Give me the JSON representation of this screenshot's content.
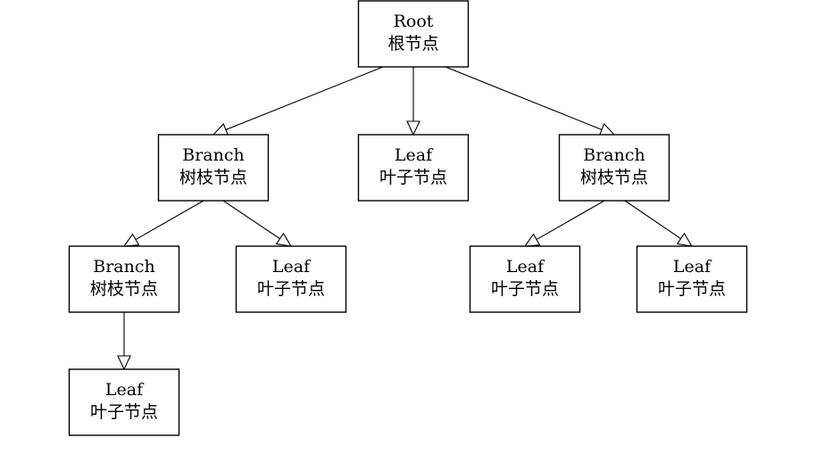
{
  "colors": {
    "border": "#000000",
    "fill": "#ffffff",
    "text": "#000000"
  },
  "nodes": [
    {
      "id": "root",
      "type": "root",
      "en": "Root",
      "zh": "根节点"
    },
    {
      "id": "branch-1",
      "type": "branch",
      "en": "Branch",
      "zh": "树枝节点"
    },
    {
      "id": "leaf-1",
      "type": "leaf",
      "en": "Leaf",
      "zh": "叶子节点"
    },
    {
      "id": "branch-2",
      "type": "branch",
      "en": "Branch",
      "zh": "树枝节点"
    },
    {
      "id": "branch-3",
      "type": "branch",
      "en": "Branch",
      "zh": "树枝节点"
    },
    {
      "id": "leaf-2",
      "type": "leaf",
      "en": "Leaf",
      "zh": "叶子节点"
    },
    {
      "id": "leaf-3",
      "type": "leaf",
      "en": "Leaf",
      "zh": "叶子节点"
    },
    {
      "id": "leaf-4",
      "type": "leaf",
      "en": "Leaf",
      "zh": "叶子节点"
    },
    {
      "id": "leaf-5",
      "type": "leaf",
      "en": "Leaf",
      "zh": "叶子节点"
    }
  ],
  "edges": [
    {
      "from": "root",
      "to": "branch-1"
    },
    {
      "from": "root",
      "to": "leaf-1"
    },
    {
      "from": "root",
      "to": "branch-2"
    },
    {
      "from": "branch-1",
      "to": "branch-3"
    },
    {
      "from": "branch-1",
      "to": "leaf-2"
    },
    {
      "from": "branch-2",
      "to": "leaf-3"
    },
    {
      "from": "branch-2",
      "to": "leaf-4"
    },
    {
      "from": "branch-3",
      "to": "leaf-5"
    }
  ]
}
